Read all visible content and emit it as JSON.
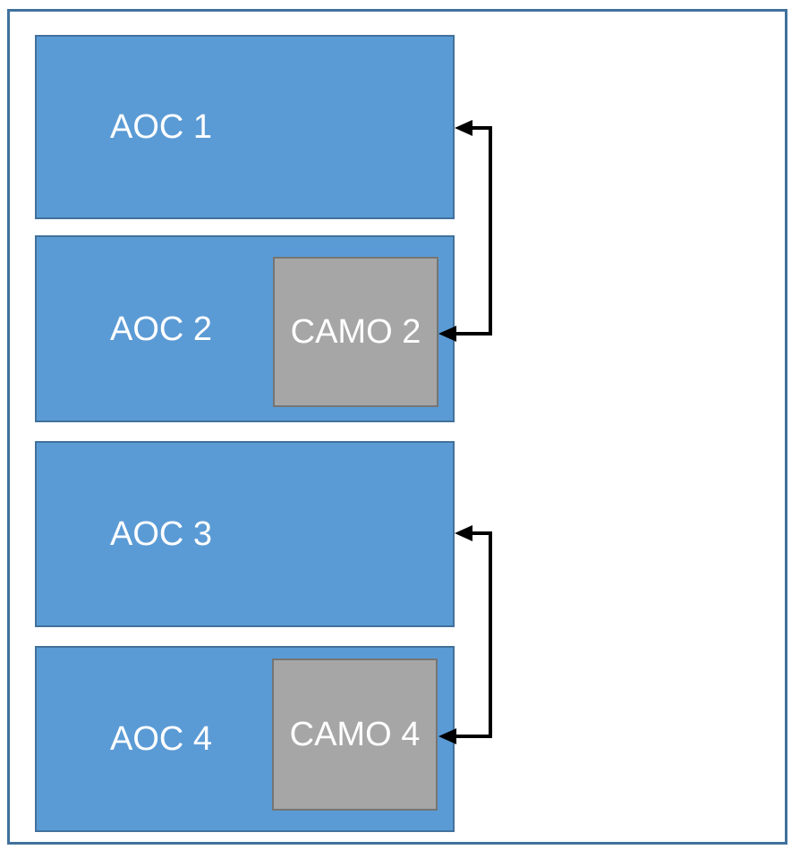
{
  "diagram": {
    "boxes": [
      {
        "label": "AOC 1"
      },
      {
        "label": "AOC 2",
        "inner_label": "CAMO 2"
      },
      {
        "label": "AOC 3"
      },
      {
        "label": "AOC 4",
        "inner_label": "CAMO 4"
      }
    ],
    "connectors": [
      {
        "endpoints": [
          "AOC 1",
          "CAMO 2"
        ],
        "type": "elbow",
        "arrowheads": "both"
      },
      {
        "endpoints": [
          "AOC 3",
          "CAMO 4"
        ],
        "type": "elbow",
        "arrowheads": "both"
      }
    ],
    "colors": {
      "background": "#FFFFFF",
      "frame_border": "#41719C",
      "aoc_fill": "#5B9BD5",
      "aoc_border": "#41719C",
      "camo_fill": "#A6A6A6",
      "camo_border": "#757575",
      "label_text": "#FFFFFF",
      "arrow": "#000000"
    }
  }
}
